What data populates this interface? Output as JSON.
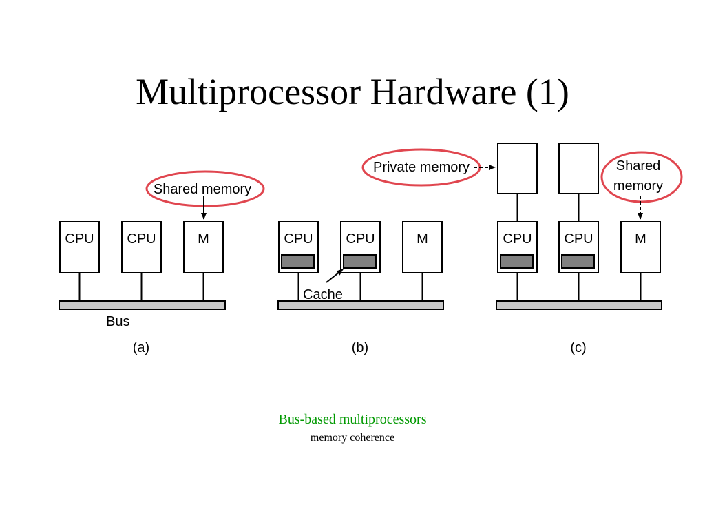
{
  "slide": {
    "title": "Multiprocessor Hardware (1)"
  },
  "colors": {
    "highlight_ring": "#e0464f",
    "caption_green": "#009900",
    "cache_fill": "#808080",
    "bus_fill": "#c8c8c8"
  },
  "diagram": {
    "a": {
      "cpu1": "CPU",
      "cpu2": "CPU",
      "mem": "M",
      "callout": "Shared memory",
      "bus": "Bus",
      "label": "(a)"
    },
    "b": {
      "cpu1": "CPU",
      "cpu2": "CPU",
      "mem": "M",
      "cache": "Cache",
      "label": "(b)"
    },
    "c": {
      "cpu1": "CPU",
      "cpu2": "CPU",
      "mem": "M",
      "private_callout": "Private memory",
      "shared_callout_line1": "Shared",
      "shared_callout_line2": "memory",
      "label": "(c)"
    }
  },
  "caption": {
    "main": "Bus-based multiprocessors",
    "sub": "memory coherence"
  }
}
